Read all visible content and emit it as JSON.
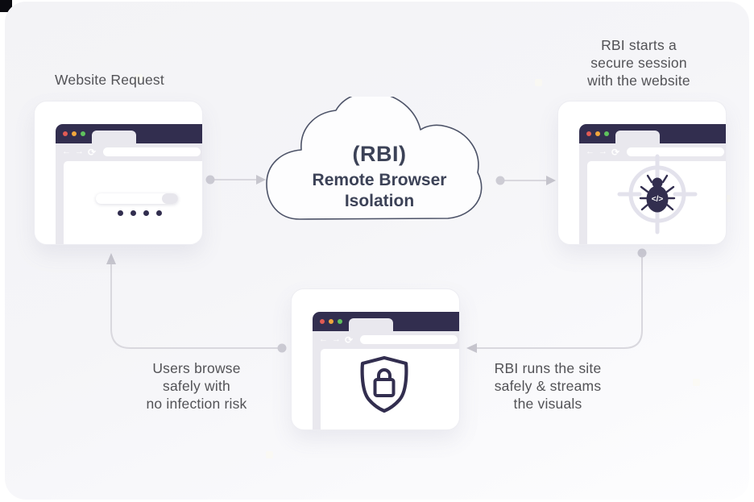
{
  "diagram": {
    "cloud": {
      "title": "(RBI)",
      "subtitle_line1": "Remote Browser",
      "subtitle_line2": "Isolation"
    },
    "captions": {
      "top_left": "Website Request",
      "top_right": [
        "RBI starts a",
        "secure session",
        "with the website"
      ],
      "bottom_left": [
        "Users browse",
        "safely with",
        "no infection risk"
      ],
      "bottom_right": [
        "RBI runs the site",
        "safely & streams",
        "the visuals"
      ]
    },
    "browser": {
      "nav_back": "←",
      "nav_forward": "→",
      "nav_refresh": "⟳",
      "bug_code": "</>"
    },
    "colors": {
      "navy": "#322e4f",
      "chrome_gray": "#e9e8ee",
      "traffic_red": "#e15b54",
      "traffic_amber": "#f0a63c",
      "traffic_green": "#5fc25d",
      "connector_line": "#d9d8de",
      "connector_dot": "#cdccd4",
      "caption_text": "#525256",
      "cloud_stroke": "#4d5368"
    }
  }
}
